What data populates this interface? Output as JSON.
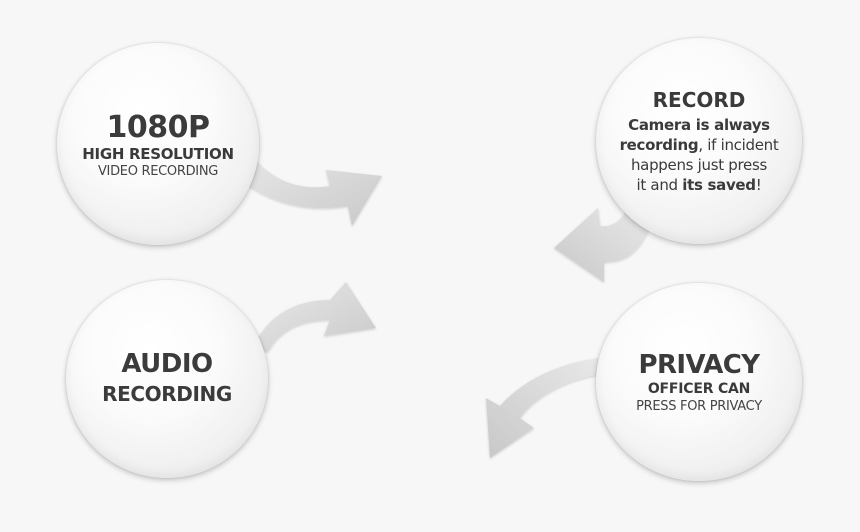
{
  "feature_1080p": {
    "title": "1080P",
    "subtitle": "HIGH RESOLUTION",
    "caption": "VIDEO RECORDING"
  },
  "feature_audio": {
    "line1": "AUDIO",
    "line2": "RECORDING"
  },
  "feature_record": {
    "title": "RECORD",
    "line1": "Camera is always",
    "line2_bold": "recording",
    "line2_rest": ", if incident",
    "line3": "happens just press",
    "line4_pre": "it and ",
    "line4_bold": "its saved",
    "line4_post": "!"
  },
  "feature_privacy": {
    "title": "PRIVACY",
    "subtitle": "OFFICER CAN",
    "caption": "PRESS FOR PRIVACY"
  },
  "colors": {
    "background": "#f7f7f7",
    "text": "#3b3b3b",
    "arrow": "#d6d6d6"
  }
}
